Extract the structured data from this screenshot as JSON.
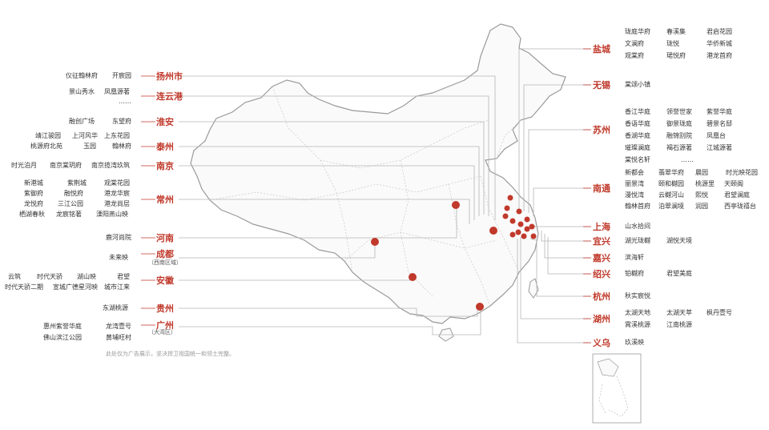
{
  "colors": {
    "accent": "#c0392b",
    "line": "#b5b5b5",
    "text": "#333333",
    "note": "#999999"
  },
  "map": {
    "icon": "china-map",
    "disclaimer": "此处仅为广告展示，坚决捍卫祖国统一和领土完整。",
    "inset_icon": "south-china-sea-inset"
  },
  "left": [
    {
      "city": "扬州市",
      "projects": [
        "仪征翰林府",
        "开宸园"
      ]
    },
    {
      "city": "连云港",
      "projects": [
        "景山秀水",
        "凤凰源著",
        "……"
      ]
    },
    {
      "city": "淮安",
      "projects": [
        "融创广场",
        "东望府"
      ]
    },
    {
      "city": "泰州",
      "projects": [
        "靖江骏园",
        "上河风华",
        "上东花园",
        "桃源府北苑",
        "玉园",
        "翰林府"
      ]
    },
    {
      "city": "南京",
      "projects": [
        "时光泊月",
        "南京棠玥府",
        "南京揽湾玖筑"
      ]
    },
    {
      "city": "常州",
      "projects": [
        "新港城",
        "紫荆城",
        "观棠花园",
        "紫御府",
        "融悦府",
        "港龙华宸",
        "龙悦府",
        "三江公园",
        "港龙尚层",
        "栖湖春秋",
        "龙宸铭著",
        "溧阳燕山映"
      ]
    },
    {
      "city": "河南",
      "projects": [
        "鹿河尚院"
      ]
    },
    {
      "city": "成都",
      "note": "（西南区域）",
      "projects": [
        "未来映"
      ]
    },
    {
      "city": "安徽",
      "projects": [
        "云筑",
        "时代天骄",
        "湖山映",
        "君望",
        "时代天骄二期",
        "宣城广德星河映",
        "城市江来"
      ]
    },
    {
      "city": "贵州",
      "projects": [
        "东湖桃源"
      ]
    },
    {
      "city": "广州",
      "note": "（大湾区）",
      "projects": [
        "惠州紫誉华庭",
        "龙湾壹号",
        "佛山滨江公园",
        "黄埔旺村"
      ]
    }
  ],
  "right": [
    {
      "city": "盐城",
      "projects": [
        "珑庭华府",
        "春溪集",
        "君启花园",
        "文澜府",
        "珑悦",
        "华侨新城",
        "观棠府",
        "珺悦府",
        "港龙首府"
      ]
    },
    {
      "city": "无锡",
      "projects": [
        "棠颂小镇"
      ]
    },
    {
      "city": "苏州",
      "projects": [
        "香江华庭",
        "领誉世家",
        "紫誉华庭",
        "香语华庭",
        "御景珑庭",
        "碧景名邸",
        "香湖华庭",
        "融锦别院",
        "凤凰台",
        "璀璨澜庭",
        "褐石源著",
        "江城源著",
        "棠悦名轩",
        "……"
      ]
    },
    {
      "city": "南通",
      "projects": [
        "新都会",
        "翡翠华府",
        "晨园",
        "时光映花园",
        "丽景湾",
        "颐和樾园",
        "桃源里",
        "天颐阁",
        "漫悦湾",
        "云樾河山",
        "熙悦",
        "君望澜庭",
        "翰林首府",
        "泊翠澜境",
        "润园",
        "西亭珑禧台"
      ]
    },
    {
      "city": "上海",
      "projects": [
        "山水拾间"
      ]
    },
    {
      "city": "宜兴",
      "projects": [
        "湖光珑樾",
        "湖悦天境"
      ]
    },
    {
      "city": "嘉兴",
      "projects": [
        "滨海轩"
      ]
    },
    {
      "city": "绍兴",
      "projects": [
        "铂樾府",
        "君望美庭"
      ]
    },
    {
      "city": "杭州",
      "projects": [
        "秋实宸悦"
      ]
    },
    {
      "city": "湖州",
      "projects": [
        "太湖天地",
        "太湖天萃",
        "枫丹壹号",
        "霄溪桃源",
        "江南桃源"
      ]
    },
    {
      "city": "义乌",
      "projects": [
        "玖溪映"
      ]
    }
  ]
}
